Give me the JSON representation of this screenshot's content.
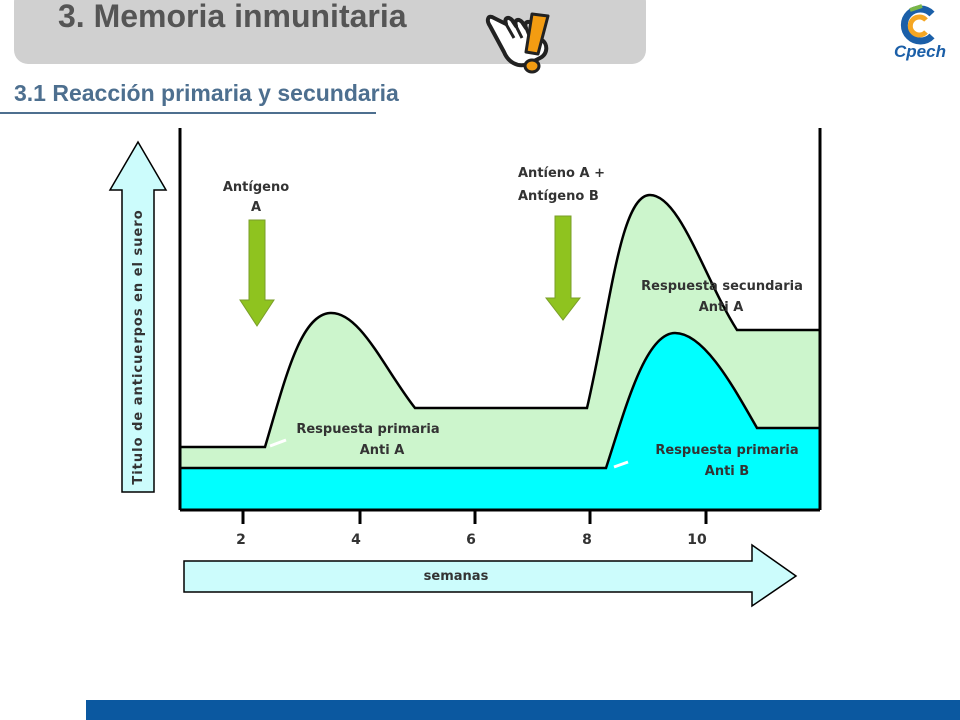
{
  "header": {
    "title": "3. Memoria inmunitaria",
    "subtitle": "3.1 Reacción primaria y secundaria",
    "logo_text": "Cpech",
    "pointer_icon": "hand-pointer-exclamation-icon"
  },
  "diagram": {
    "y_axis_label": "Titulo de anticuerpos en el suero",
    "x_axis_label": "semanas",
    "x_ticks": [
      "2",
      "4",
      "6",
      "8",
      "10"
    ],
    "arrow1_line1": "Antígeno",
    "arrow1_line2": "A",
    "arrow2_line1": "Antíeno A  +",
    "arrow2_line2": "Antígeno B",
    "region1_line1": "Respuesta primaria",
    "region1_line2": "Anti A",
    "region2_line1": "Respuesta secundaria",
    "region2_line2": "Anti A",
    "region3_line1": "Respuesta primaria",
    "region3_line2": "Anti B"
  },
  "colors": {
    "title_bar": "#d0d0d0",
    "subtitle": "#4d6f8f",
    "anti_a_fill": "#ccf5cc",
    "anti_b_fill": "#00ffff",
    "antigen_arrow": "#8fc31f",
    "axis_arrow_fill": "#ccfcfc",
    "footer": "#0b58a0"
  }
}
